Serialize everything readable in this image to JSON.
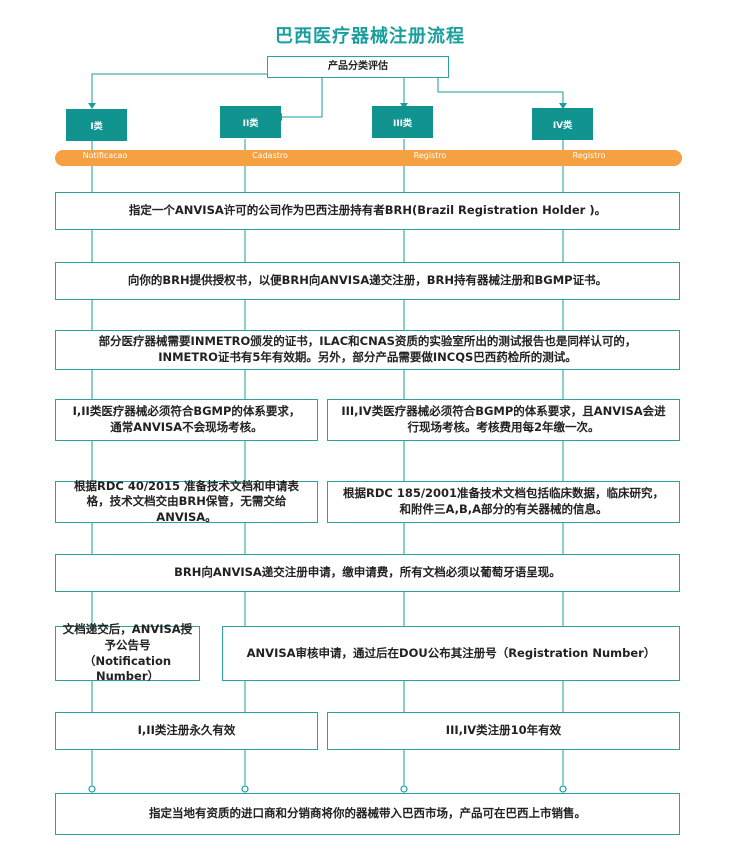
{
  "title": "巴西医疗器械注册流程",
  "start": "产品分类评估",
  "classes": [
    {
      "label": "I类",
      "pathway": "Notificacao"
    },
    {
      "label": "II类",
      "pathway": "Cadastro"
    },
    {
      "label": "III类",
      "pathway": "Registro"
    },
    {
      "label": "IV类",
      "pathway": "Registro"
    }
  ],
  "steps": {
    "brh_appoint": "指定一个ANVISA许可的公司作为巴西注册持有者BRH(Brazil Registration Holder )。",
    "authorization": "向你的BRH提供授权书，以便BRH向ANVISA递交注册，BRH持有器械注册和BGMP证书。",
    "inmetro": "部分医疗器械需要INMETRO颁发的证书，ILAC和CNAS资质的实验室所出的测试报告也是同样认可的，INMETRO证书有5年有效期。另外，部分产品需要做INCQS巴西药检所的测试。",
    "bgmp_low": "I,II类医疗器械必须符合BGMP的体系要求，通常ANVISA不会现场考核。",
    "bgmp_high": "III,IV类医疗器械必须符合BGMP的体系要求，且ANVISA会进行现场考核。考核费用每2年缴一次。",
    "docs_low": "根据RDC 40/2015 准备技术文档和申请表格，技术文档交由BRH保管，无需交给ANVISA。",
    "docs_high": "根据RDC 185/2001准备技术文档包括临床数据，临床研究，和附件三A,B,A部分的有关器械的信息。",
    "submit": "BRH向ANVISA递交注册申请，缴申请费，所有文档必须以葡萄牙语呈现。",
    "notification_number": "文档递交后，ANVISA授予公告号（Notification Number）",
    "registration_number": "ANVISA审核申请，通过后在DOU公布其注册号（Registration Number）",
    "validity_low": "I,II类注册永久有效",
    "validity_high": "III,IV类注册10年有效",
    "market": "指定当地有资质的进口商和分销商将你的器械带入巴西市场，产品可在巴西上市销售。"
  }
}
